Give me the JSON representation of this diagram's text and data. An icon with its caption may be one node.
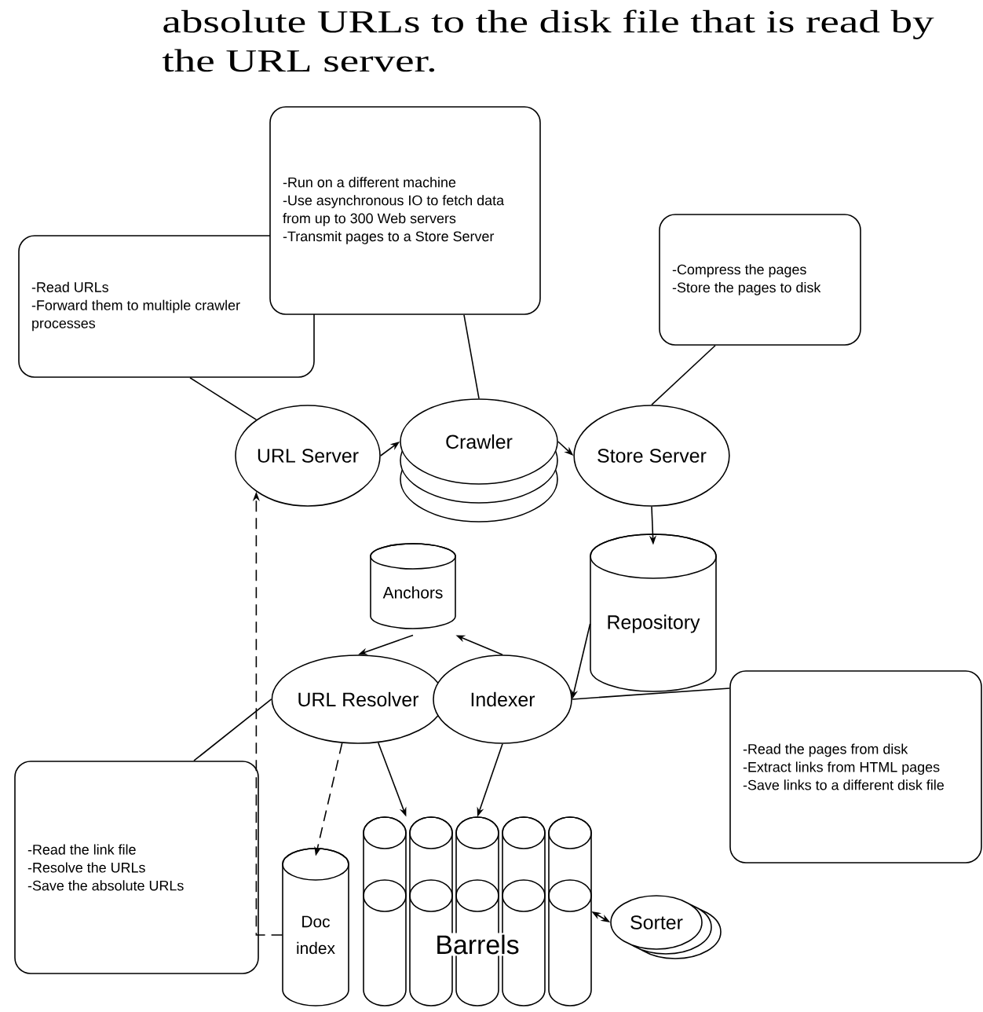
{
  "diagram": {
    "nodes": [
      {
        "text": [
          "-Read URLs",
          "-Forward them to multiple crawler processes"
        ]
      },
      {
        "text": [
          "-Run on a different machine",
          "-Use asynchronous IO to fetch data from up to 300 Web servers",
          "-Transmit pages to a Store Server"
        ]
      },
      {
        "text": [
          "-Compress the pages",
          "-Store the pages to disk"
        ]
      },
      {
        "text": [
          "URL Server"
        ]
      },
      {
        "text": [
          "Crawler"
        ]
      },
      {
        "text": [
          "Store Server"
        ]
      },
      {
        "text": [
          "Anchors"
        ]
      },
      {
        "text": [
          "Repository"
        ]
      },
      {
        "text": [
          "URL Resolver"
        ]
      },
      {
        "text": [
          "Indexer"
        ]
      },
      {
        "text": [
          "-Read the pages from disk",
          "-Extract links from HTML pages",
          "-Save links to a different disk file"
        ]
      },
      {
        "text": [
          "-Read the link file",
          "-Resolve the URLs",
          "-Save the absolute URLs"
        ]
      },
      {
        "text": [
          "Doc index"
        ]
      },
      {
        "text": [],
        "shape": "cylinder"
      },
      {
        "text": [],
        "shape": "cylinder"
      },
      {
        "text": [],
        "shape": "cylinder"
      },
      {
        "text": [],
        "shape": "cylinder"
      },
      {
        "text": [],
        "shape": "cylinder"
      },
      {
        "text": [
          "Sorter"
        ]
      }
    ],
    "edges": [
      {
        "from": 3,
        "to": 4,
        "arrow": "to"
      },
      {
        "from": 4,
        "to": 5,
        "arrow": "to"
      },
      {
        "from": 5,
        "to": 7,
        "arrow": "to"
      },
      {
        "from": 7,
        "to": 9,
        "arrow": "to"
      },
      {
        "from": 9,
        "to": 6,
        "arrow": "to"
      },
      {
        "from": 6,
        "to": 8,
        "arrow": "to"
      },
      {
        "from": 8,
        "to": 12,
        "arrow": "to",
        "style": "dashed"
      },
      {
        "from": 8,
        "to": 13,
        "arrow": "to"
      },
      {
        "from": 9,
        "to": 15,
        "arrow": "to"
      },
      {
        "from": 18,
        "to": 17,
        "arrow": "both"
      },
      {
        "from": 12,
        "to": 3,
        "arrow": "to",
        "style": "dashed"
      },
      {
        "from": 0,
        "to": 3,
        "arrow": "none"
      },
      {
        "from": 1,
        "to": 4,
        "arrow": "none"
      },
      {
        "from": 2,
        "to": 5,
        "arrow": "none"
      },
      {
        "from": 10,
        "to": 9,
        "arrow": "none"
      },
      {
        "from": 11,
        "to": 8,
        "arrow": "none"
      }
    ],
    "labels": [
      "absolute URLs to the disk file that is read by the URL server.",
      "Barrels"
    ]
  }
}
